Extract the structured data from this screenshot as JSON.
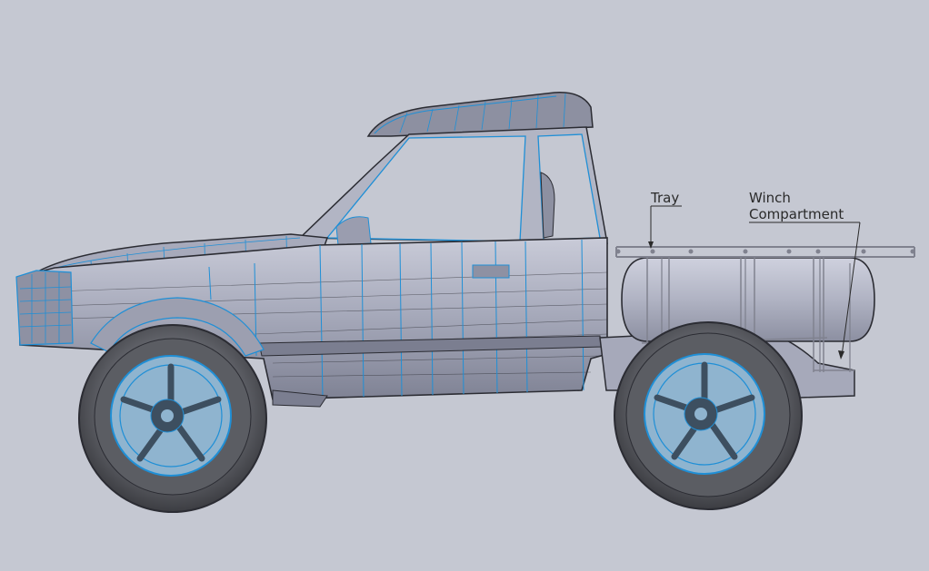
{
  "annotations": {
    "tray": "Tray",
    "winch_line1": "Winch",
    "winch_line2": "Compartment"
  },
  "colors": {
    "background": "#c5c8d2",
    "body": "#a3a6b7",
    "body_light": "#bfc1cf",
    "body_dark": "#6d7080",
    "edge_highlight": "#1f8fd6",
    "tyre": "#55575d",
    "wheel_rim": "#8fb4cf",
    "tank": "#b6b8c6",
    "outline": "#2b2c33"
  }
}
